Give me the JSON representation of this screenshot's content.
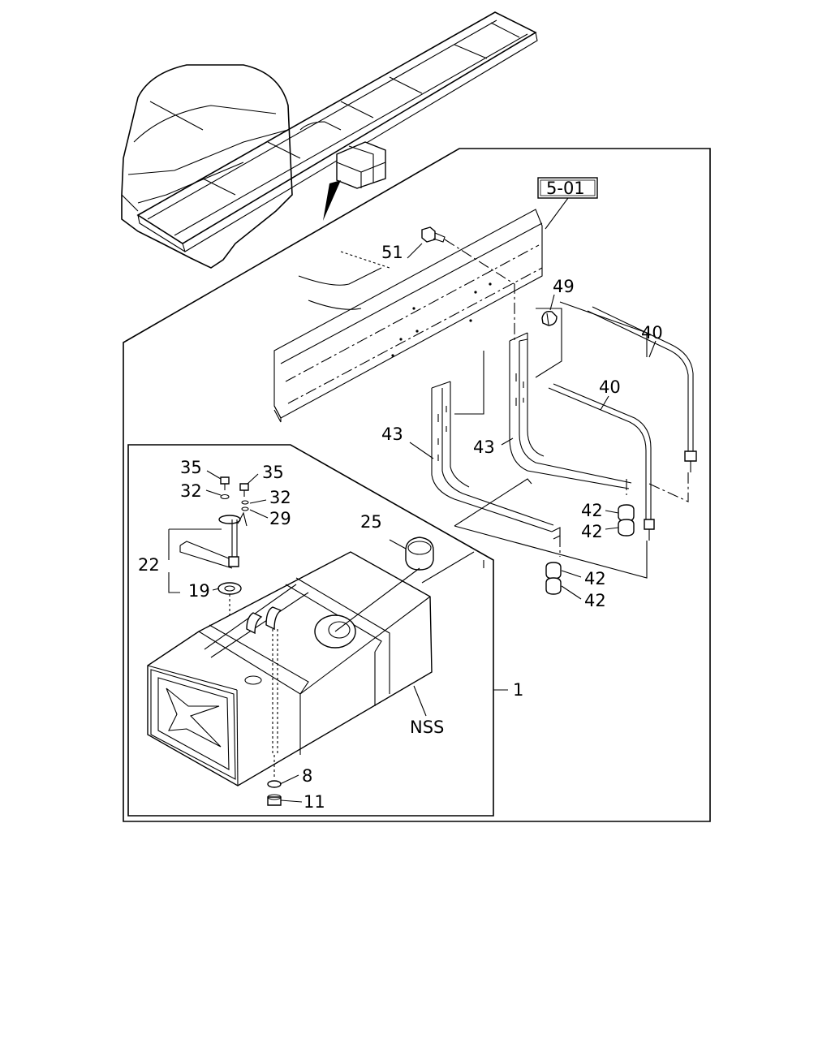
{
  "diagram": {
    "ref_box": "5-01",
    "callouts": {
      "c51": "51",
      "c49": "49",
      "c40a": "40",
      "c40b": "40",
      "c43a": "43",
      "c43b": "43",
      "c42a": "42",
      "c42b": "42",
      "c42c": "42",
      "c42d": "42",
      "c35a": "35",
      "c35b": "35",
      "c32a": "32",
      "c32b": "32",
      "c29": "29",
      "c25": "25",
      "c22": "22",
      "c19": "19",
      "c1": "1",
      "nss": "NSS",
      "c8": "8",
      "c11": "11"
    }
  }
}
